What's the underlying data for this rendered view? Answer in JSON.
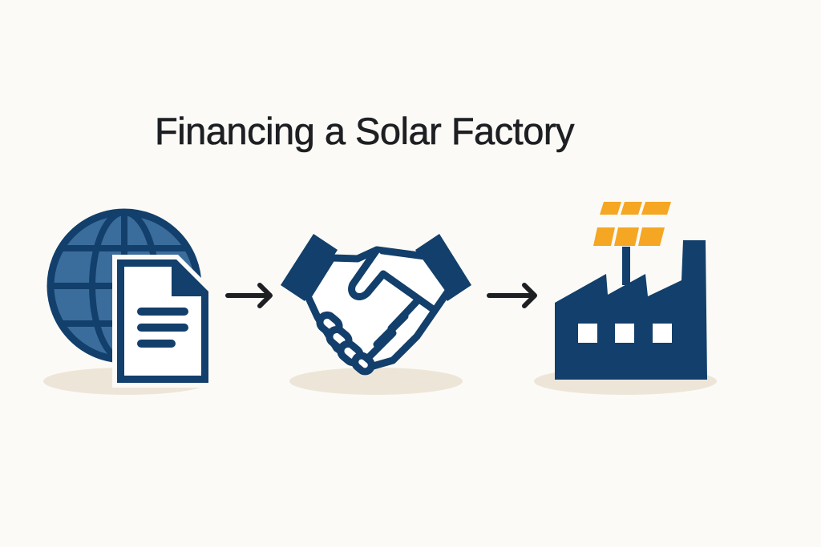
{
  "title": "Financing a Solar Factory",
  "colors": {
    "background": "#fbfaf6",
    "primary_navy": "#123f6b",
    "globe_fill": "#3a6d9c",
    "solar_orange": "#f5a623",
    "arrow": "#1d1f22",
    "shadow": "#ede6d8",
    "white": "#ffffff"
  },
  "flow": [
    {
      "step": 1,
      "icon": "globe-document-icon",
      "meaning": "global document / proposal"
    },
    {
      "step": 2,
      "icon": "handshake-icon",
      "meaning": "agreement / deal"
    },
    {
      "step": 3,
      "icon": "solar-factory-icon",
      "meaning": "solar-powered factory"
    }
  ],
  "connectors": [
    {
      "from": 1,
      "to": 2,
      "icon": "arrow-right-icon"
    },
    {
      "from": 2,
      "to": 3,
      "icon": "arrow-right-icon"
    }
  ]
}
